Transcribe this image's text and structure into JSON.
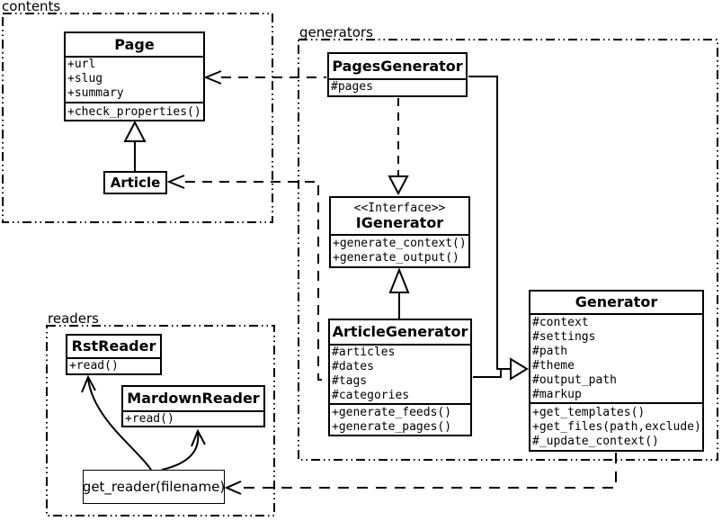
{
  "diagram": {
    "packages": {
      "contents": {
        "label": "contents"
      },
      "generators": {
        "label": "generators"
      },
      "readers": {
        "label": "readers"
      }
    },
    "classes": {
      "page": {
        "name": "Page",
        "attributes": [
          "+url",
          "+slug",
          "+summary"
        ],
        "methods": [
          "+check_properties()"
        ]
      },
      "article": {
        "name": "Article"
      },
      "pages_generator": {
        "name": "PagesGenerator",
        "attributes": [
          "#pages"
        ]
      },
      "igenerator": {
        "stereotype": "<<Interface>>",
        "name": "IGenerator",
        "methods": [
          "+generate_context()",
          "+generate_output()"
        ]
      },
      "article_generator": {
        "name": "ArticleGenerator",
        "attributes": [
          "#articles",
          "#dates",
          "#tags",
          "#categories"
        ],
        "methods": [
          "+generate_feeds()",
          "+generate_pages()"
        ]
      },
      "generator": {
        "name": "Generator",
        "attributes": [
          "#context",
          "#settings",
          "#path",
          "#theme",
          "#output_path",
          "#markup"
        ],
        "methods": [
          "+get_templates()",
          "+get_files(path,exclude)",
          "#_update_context()"
        ]
      },
      "rst_reader": {
        "name": "RstReader",
        "methods": [
          "+read()"
        ]
      },
      "mardown_reader": {
        "name": "MardownReader",
        "methods": [
          "+read()"
        ]
      },
      "get_reader": {
        "label": "get_reader(filename)"
      }
    },
    "relationships": [
      {
        "from": "Article",
        "to": "Page",
        "type": "inheritance-solid-triangle"
      },
      {
        "from": "PagesGenerator",
        "to": "IGenerator",
        "type": "realization-dashed-triangle"
      },
      {
        "from": "ArticleGenerator",
        "to": "IGenerator",
        "type": "inheritance-solid-triangle"
      },
      {
        "from": "PagesGenerator",
        "to": "Generator",
        "type": "inheritance-solid-triangle"
      },
      {
        "from": "ArticleGenerator",
        "to": "Generator",
        "type": "inheritance-solid-triangle"
      },
      {
        "from": "PagesGenerator",
        "to": "Page",
        "type": "dependency-dashed-open-arrow"
      },
      {
        "from": "ArticleGenerator",
        "to": "Article",
        "type": "dependency-dashed-open-arrow"
      },
      {
        "from": "Generator",
        "to": "get_reader(filename)",
        "type": "dependency-dashed-open-arrow"
      },
      {
        "from": "get_reader(filename)",
        "to": "RstReader",
        "type": "curved-open-arrow"
      },
      {
        "from": "get_reader(filename)",
        "to": "MardownReader",
        "type": "curved-open-arrow"
      }
    ],
    "colors": {
      "stroke": "#000000",
      "background": "#ffffff"
    }
  }
}
